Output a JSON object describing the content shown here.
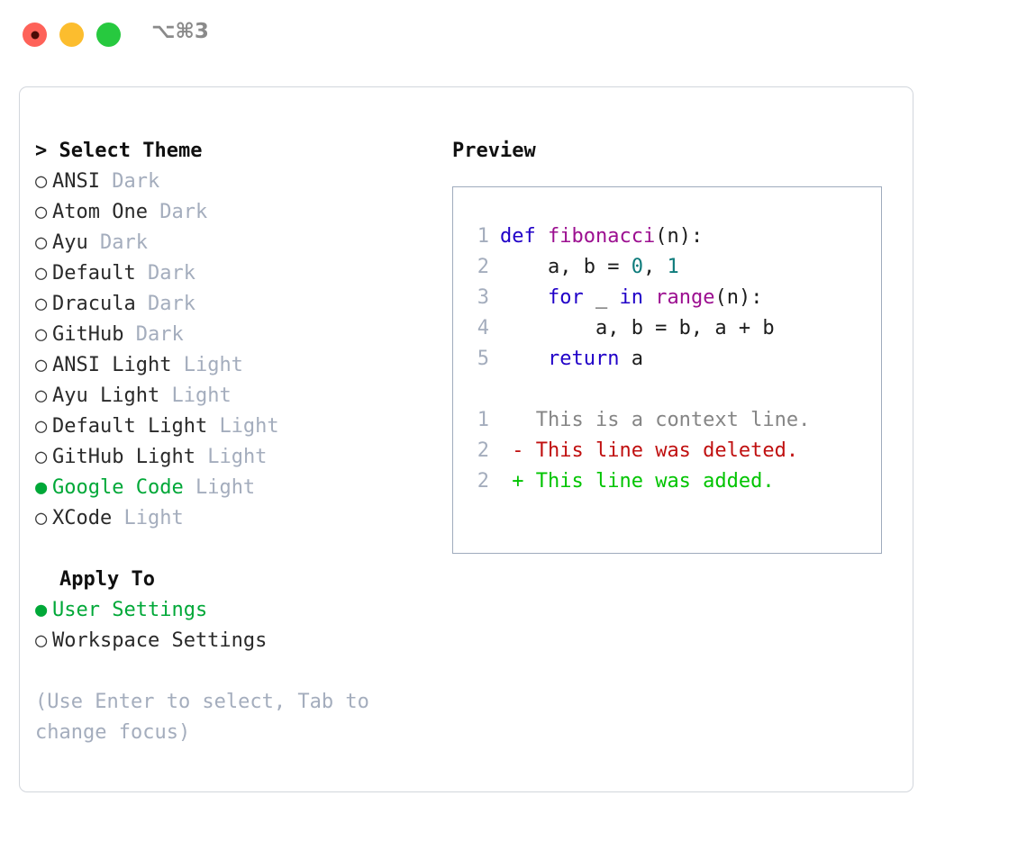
{
  "window": {
    "title_shortcut": "⌥⌘3",
    "traffic_lights": [
      {
        "name": "close",
        "color": "#fe6259"
      },
      {
        "name": "minimize",
        "color": "#fcbd2e"
      },
      {
        "name": "maximize",
        "color": "#27c93f"
      }
    ]
  },
  "theme_picker": {
    "caret": ">",
    "header": "Select Theme",
    "bullet_unselected": "○",
    "bullet_selected": "●",
    "items": [
      {
        "label": "ANSI",
        "variant": "Dark",
        "selected": false
      },
      {
        "label": "Atom One",
        "variant": "Dark",
        "selected": false
      },
      {
        "label": "Ayu",
        "variant": "Dark",
        "selected": false
      },
      {
        "label": "Default",
        "variant": "Dark",
        "selected": false
      },
      {
        "label": "Dracula",
        "variant": "Dark",
        "selected": false
      },
      {
        "label": "GitHub",
        "variant": "Dark",
        "selected": false
      },
      {
        "label": "ANSI Light",
        "variant": "Light",
        "selected": false
      },
      {
        "label": "Ayu Light",
        "variant": "Light",
        "selected": false
      },
      {
        "label": "Default Light",
        "variant": "Light",
        "selected": false
      },
      {
        "label": "GitHub Light",
        "variant": "Light",
        "selected": false
      },
      {
        "label": "Google Code",
        "variant": "Light",
        "selected": true
      },
      {
        "label": "XCode",
        "variant": "Light",
        "selected": false
      }
    ]
  },
  "apply_to": {
    "header": "Apply To",
    "options": [
      {
        "label": "User Settings",
        "selected": true
      },
      {
        "label": "Workspace Settings",
        "selected": false
      }
    ]
  },
  "hint": "(Use Enter to select, Tab to change focus)",
  "preview": {
    "title": "Preview",
    "code_lines": [
      {
        "num": "1",
        "tokens": [
          {
            "t": "def ",
            "c": "kw"
          },
          {
            "t": "fibonacci",
            "c": "fn"
          },
          {
            "t": "(n):",
            "c": "txt"
          }
        ]
      },
      {
        "num": "2",
        "tokens": [
          {
            "t": "    a, b = ",
            "c": "txt"
          },
          {
            "t": "0",
            "c": "num"
          },
          {
            "t": ", ",
            "c": "txt"
          },
          {
            "t": "1",
            "c": "num"
          }
        ]
      },
      {
        "num": "3",
        "tokens": [
          {
            "t": "    ",
            "c": "txt"
          },
          {
            "t": "for",
            "c": "kw"
          },
          {
            "t": " _ ",
            "c": "txt"
          },
          {
            "t": "in",
            "c": "kw"
          },
          {
            "t": " ",
            "c": "txt"
          },
          {
            "t": "range",
            "c": "fn"
          },
          {
            "t": "(n):",
            "c": "txt"
          }
        ]
      },
      {
        "num": "4",
        "tokens": [
          {
            "t": "        a, b = b, a + b",
            "c": "txt"
          }
        ]
      },
      {
        "num": "5",
        "tokens": [
          {
            "t": "    ",
            "c": "txt"
          },
          {
            "t": "return",
            "c": "kw"
          },
          {
            "t": " a",
            "c": "txt"
          }
        ]
      }
    ],
    "diff_lines": [
      {
        "num": "1",
        "marker": " ",
        "text": " This is a context line.",
        "kind": "ctx"
      },
      {
        "num": "2",
        "marker": "-",
        "text": " This line was deleted.",
        "kind": "del"
      },
      {
        "num": "2",
        "marker": "+",
        "text": " This line was added.",
        "kind": "add"
      }
    ]
  },
  "colors": {
    "accent_green": "#00a838",
    "muted": "#a4adbd",
    "keyword": "#2000c8",
    "function": "#9c0f90",
    "number": "#0d7b7b",
    "diff_deleted": "#c01010",
    "diff_added": "#00c400",
    "panel_border": "#d2d6dc",
    "preview_border": "#9fabbd"
  }
}
